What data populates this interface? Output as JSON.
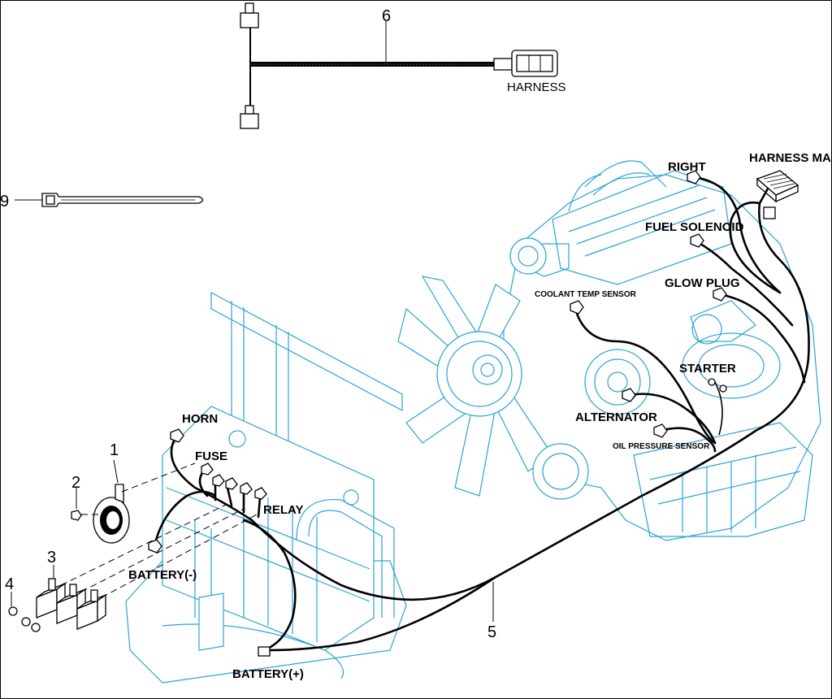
{
  "part_numbers": {
    "p1": "1",
    "p2": "2",
    "p3": "3",
    "p4": "4",
    "p5": "5",
    "p6": "6",
    "p9": "9"
  },
  "labels": {
    "harness": "HARNESS",
    "harness_main": "HARNESS MAIN",
    "right": "RIGHT",
    "fuel_solenoid": "FUEL SOLENOID",
    "glow_plug": "GLOW PLUG",
    "coolant_temp_sensor": "COOLANT TEMP SENSOR",
    "starter": "STARTER",
    "alternator": "ALTERNATOR",
    "oil_pressure_sensor": "OIL PRESSURE SENSOR",
    "horn": "HORN",
    "fuse": "FUSE",
    "relay": "RELAY",
    "battery_neg": "BATTERY(-)",
    "battery_pos": "BATTERY(+)"
  }
}
